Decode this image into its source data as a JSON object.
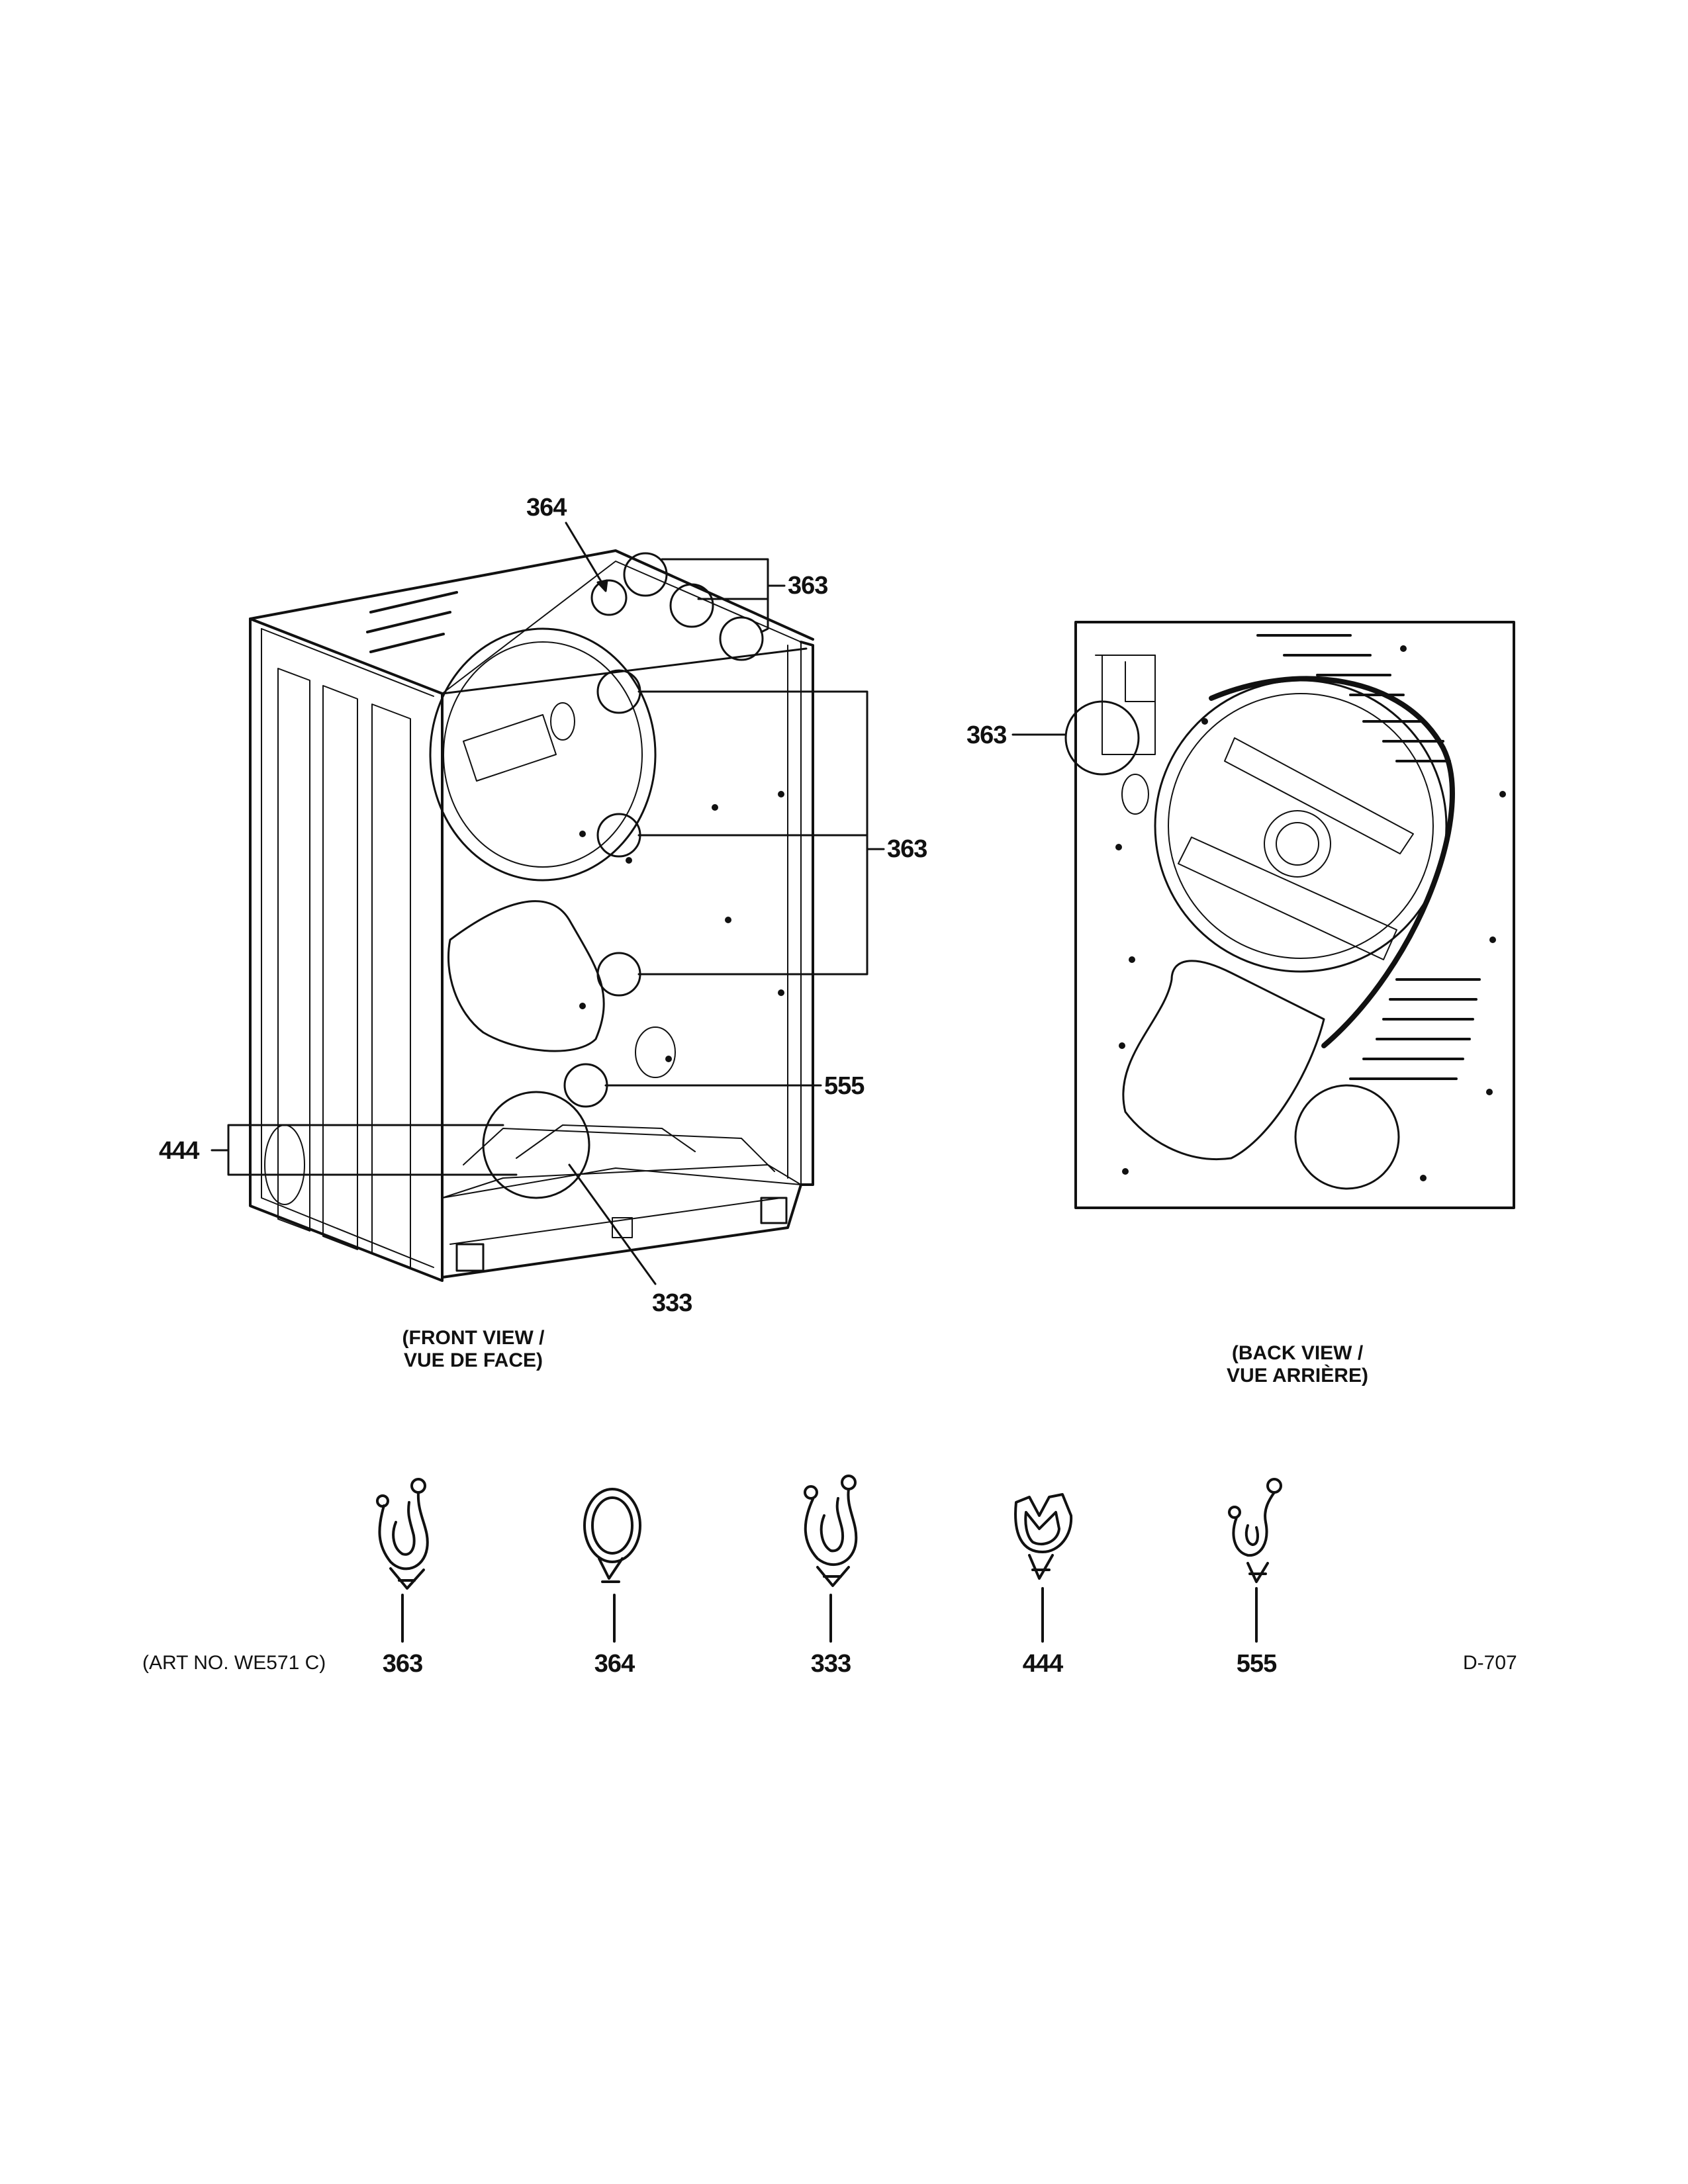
{
  "front_view": {
    "caption_line1": "(FRONT VIEW /",
    "caption_line2": "VUE DE FACE)",
    "callouts": {
      "c364": "364",
      "c363_top": "363",
      "c363_mid": "363",
      "c555": "555",
      "c444": "444",
      "c333": "333"
    }
  },
  "back_view": {
    "caption_line1": "(BACK VIEW /",
    "caption_line2": "VUE ARRIÈRE)",
    "callouts": {
      "c363": "363"
    }
  },
  "parts": [
    {
      "number": "363",
      "icon": "wire-clip-open-icon"
    },
    {
      "number": "364",
      "icon": "wire-clip-ring-icon"
    },
    {
      "number": "333",
      "icon": "wire-clip-open-icon"
    },
    {
      "number": "444",
      "icon": "wire-clip-tulip-icon"
    },
    {
      "number": "555",
      "icon": "wire-clip-hook-icon"
    }
  ],
  "footer": {
    "art_no": "(ART NO. WE571 C)",
    "diagram_code": "D-707"
  }
}
